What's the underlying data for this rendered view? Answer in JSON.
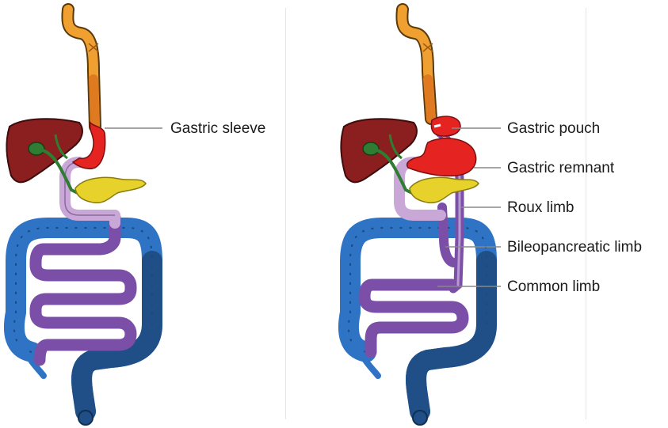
{
  "labels": {
    "sleeve": "Gastric sleeve",
    "pouch": "Gastric pouch",
    "remnant": "Gastric remnant",
    "roux": "Roux limb",
    "bilio": "Bileopancreatic limb",
    "common": "Common limb"
  },
  "colors": {
    "esophagus": "#f0a030",
    "esophagus_dark": "#e07a20",
    "stomach": "#e52320",
    "liver": "#8b1e1e",
    "gallbladder": "#2e7d32",
    "pancreas": "#e6d22a",
    "duodenum": "#c9a8d8",
    "small_intestine": "#7b4fa8",
    "colon_light": "#2f73c4",
    "colon_dark": "#1f4f86",
    "leader": "#888888"
  }
}
